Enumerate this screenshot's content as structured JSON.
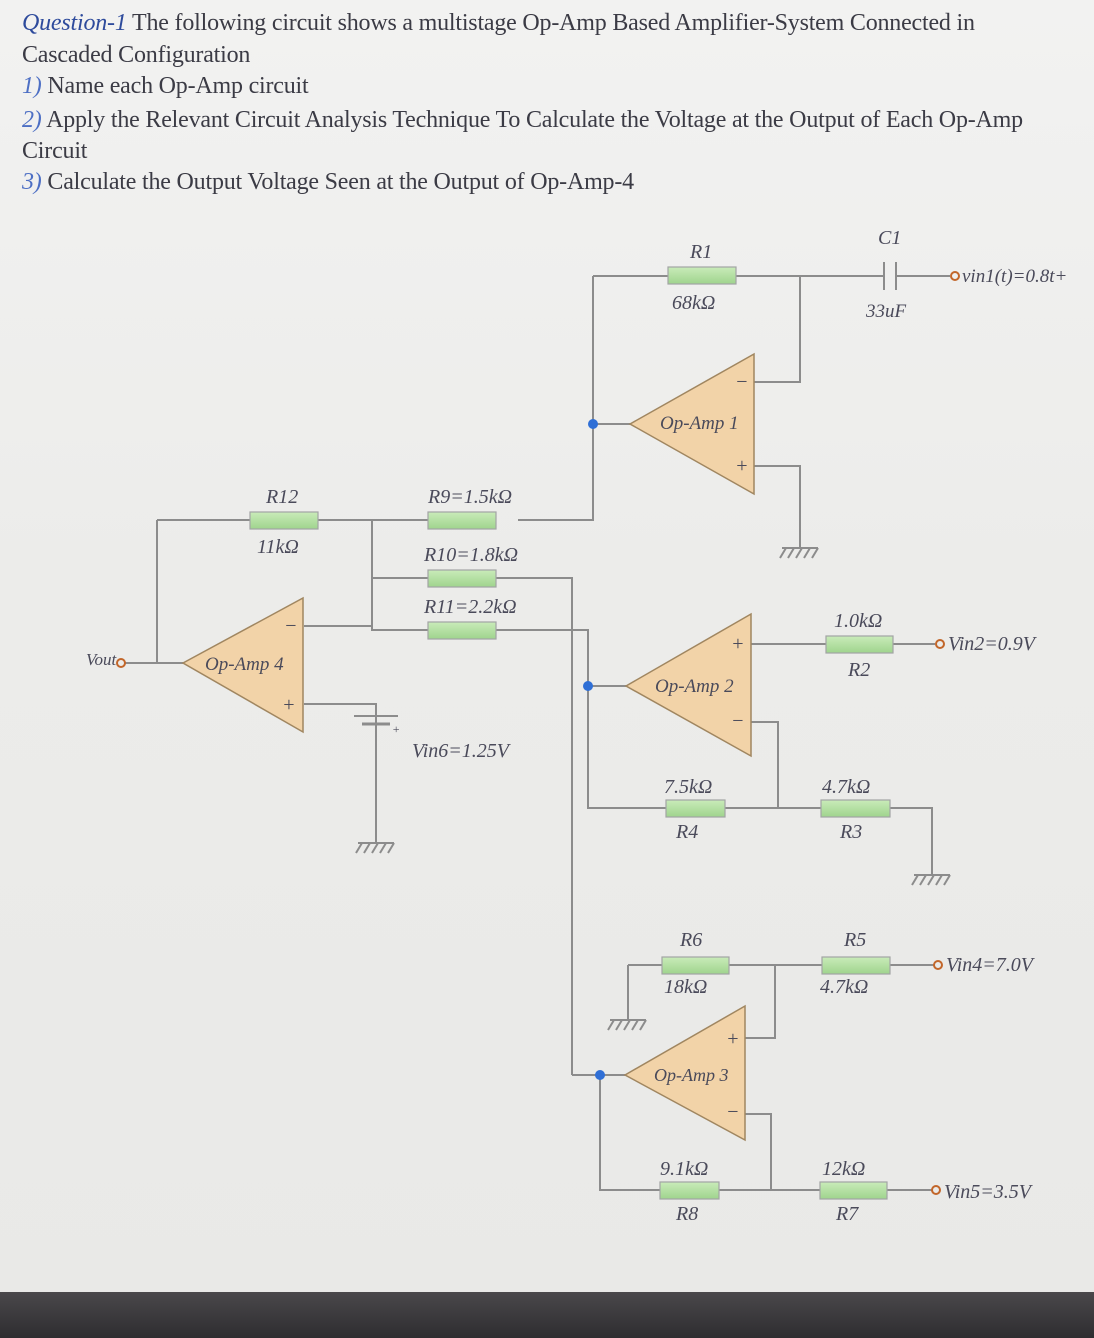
{
  "question": {
    "tag": "Question-1",
    "line1_rest": "The following circuit shows a multistage Op-Amp Based Amplifier-System Connected in",
    "line2": "Cascaded Configuration",
    "items": [
      {
        "num": "1)",
        "text": "Name each Op-Amp circuit"
      },
      {
        "num": "2)",
        "text": "Apply the Relevant Circuit Analysis Technique To Calculate the Voltage at the Output of Each Op-Amp"
      },
      {
        "num": "",
        "text": "Circuit"
      },
      {
        "num": "3)",
        "text": "Calculate the Output Voltage Seen at the Output of Op-Amp-4"
      }
    ]
  },
  "circuit": {
    "opamps": [
      {
        "id": "op1",
        "label": "Op-Amp 1"
      },
      {
        "id": "op2",
        "label": "Op-Amp 2"
      },
      {
        "id": "op3",
        "label": "Op-Amp 3"
      },
      {
        "id": "op4",
        "label": "Op-Amp 4"
      }
    ],
    "resistors": {
      "R1": {
        "name": "R1",
        "value": "68kΩ"
      },
      "R2": {
        "name": "R2",
        "value": "1.0kΩ"
      },
      "R3": {
        "name": "R3",
        "value": "4.7kΩ"
      },
      "R4": {
        "name": "R4",
        "value": "7.5kΩ"
      },
      "R5": {
        "name": "R5",
        "value": "4.7kΩ"
      },
      "R6": {
        "name": "R6",
        "value": "18kΩ"
      },
      "R7": {
        "name": "R7",
        "value": "12kΩ"
      },
      "R8": {
        "name": "R8",
        "value": "9.1kΩ"
      },
      "R9": {
        "label": "R9=1.5kΩ"
      },
      "R10": {
        "label": "R10=1.8kΩ"
      },
      "R11": {
        "label": "R11=2.2kΩ"
      },
      "R12": {
        "name": "R12",
        "value": "11kΩ"
      }
    },
    "capacitor": {
      "name": "C1",
      "value": "33uF"
    },
    "sources": {
      "vin1": "vin1(t)=0.8t+",
      "vin2": "Vin2=0.9V",
      "vin4": "Vin4=7.0V",
      "vin5": "Vin5=3.5V",
      "vin6": "Vin6=1.25V"
    },
    "output": {
      "label": "Vout"
    },
    "symbols": {
      "plus": "+",
      "minus": "−"
    },
    "colors": {
      "opamp_fill": "#f2d3a8",
      "resistor_fill": "#b5e0a6",
      "wire": "#8c8c8c",
      "node": "#2f6fd6"
    }
  }
}
